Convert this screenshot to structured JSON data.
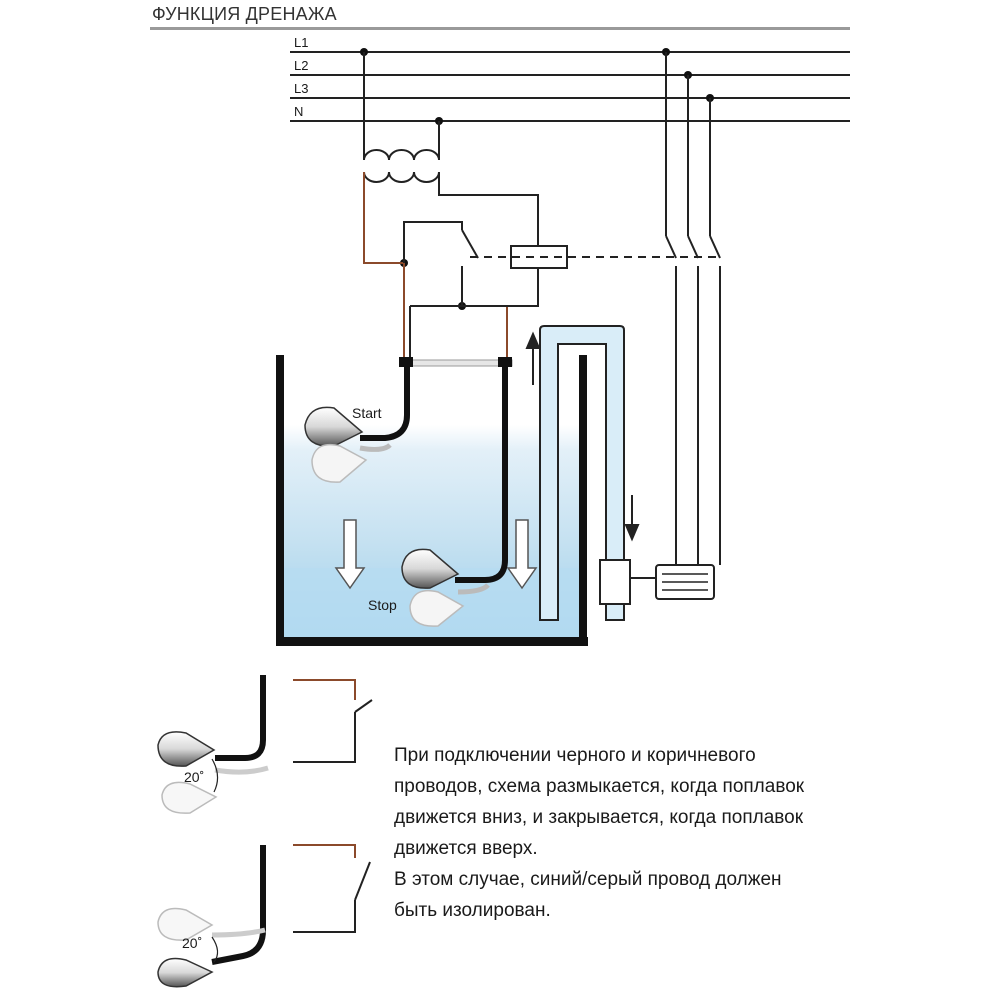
{
  "title": "ФУНКЦИЯ ДРЕНАЖА",
  "lines": {
    "l1": "L1",
    "l2": "L2",
    "l3": "L3",
    "n": "N"
  },
  "labels": {
    "start": "Start",
    "stop": "Stop",
    "angle_top": "20˚",
    "angle_bottom": "20˚"
  },
  "description": [
    "При подключении черного и коричневого",
    "проводов, схема размыкается, когда поплавок",
    "движется вниз, и закрывается, когда поплавок",
    "движется вверх.",
    "В этом случае, синий/серый провод должен",
    "быть изолирован."
  ],
  "colors": {
    "wire": "#1a1a1a",
    "brown_wire": "#8b4a2b",
    "water": "#cfe6f4",
    "water_deep": "#a9d6ef",
    "pipe": "#d9edf8"
  }
}
